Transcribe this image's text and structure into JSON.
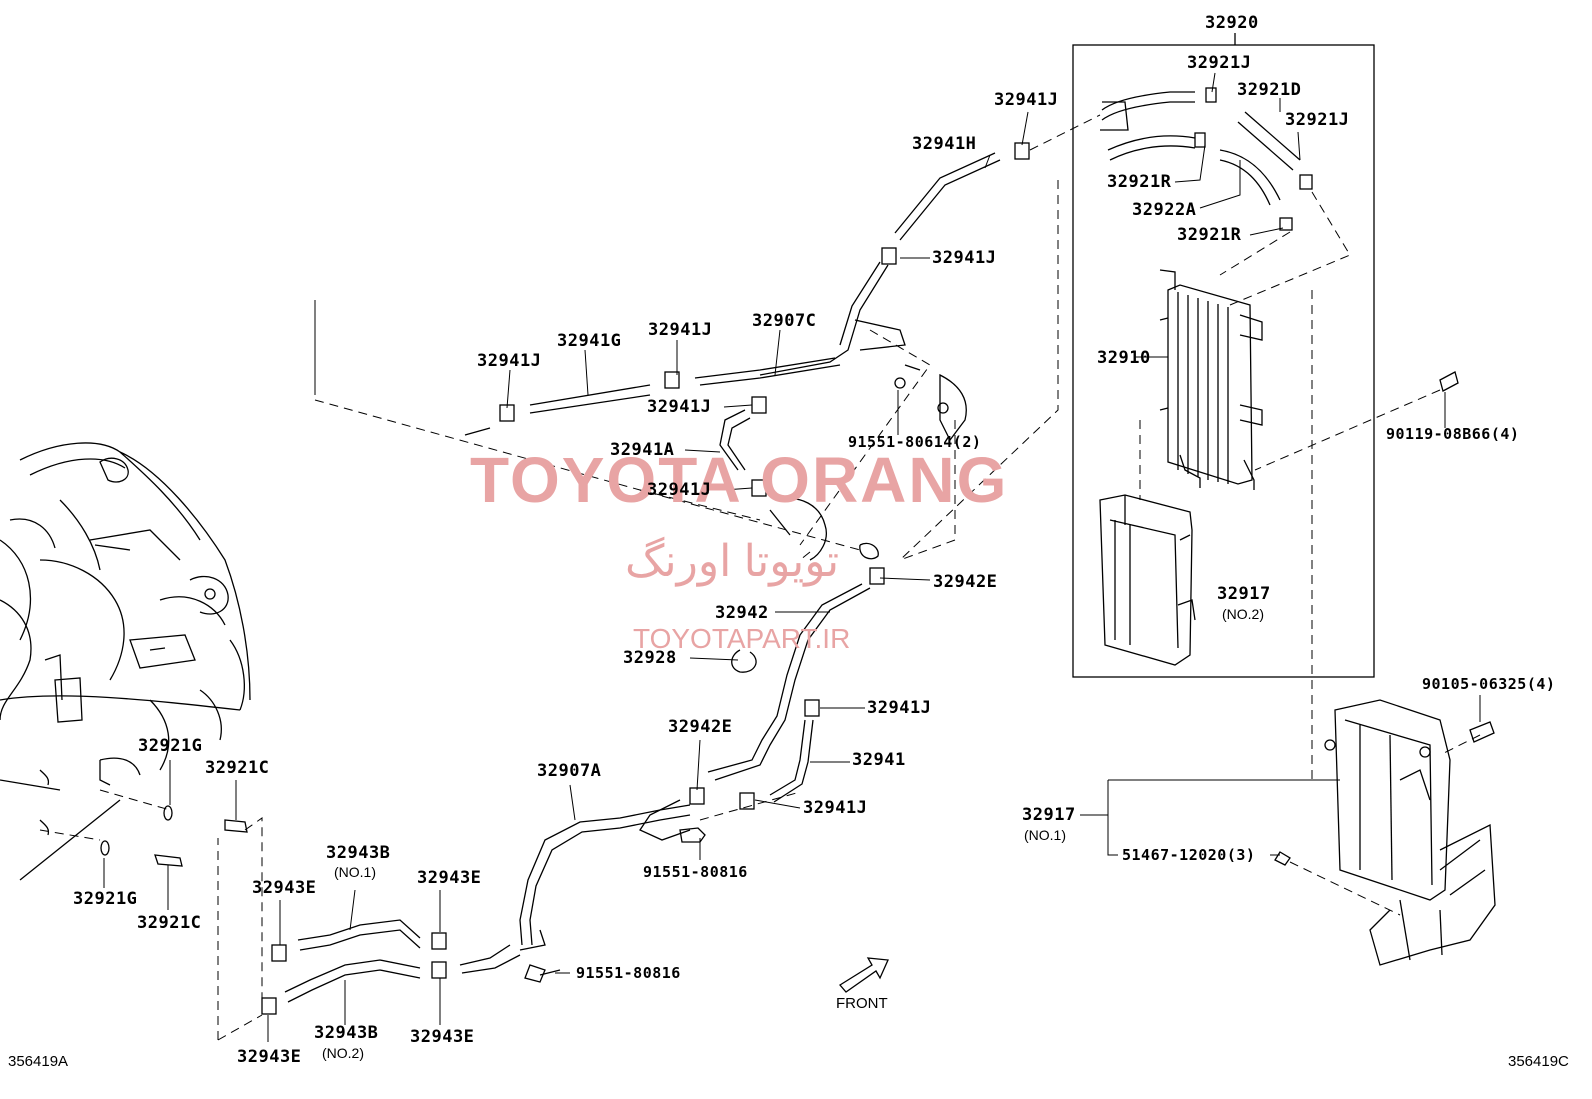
{
  "diagram_codes": {
    "left": "356419A",
    "right": "356419C"
  },
  "watermark": {
    "brand": "TOYOTA ORANG",
    "persian": "تویوتا اورنگ",
    "site": "TOYOTAPART.IR"
  },
  "direction_label": "FRONT",
  "parts": {
    "p32920": "32920",
    "p32921J_a": "32921J",
    "p32921D": "32921D",
    "p32921J_b": "32921J",
    "p32921R_a": "32921R",
    "p32922A": "32922A",
    "p32921R_b": "32921R",
    "p32910": "32910",
    "p90119": "90119-08B66(4)",
    "p32917_no2": "32917",
    "p32917_no2_sub": "(NO.2)",
    "p90105": "90105-06325(4)",
    "p32917_no1": "32917",
    "p32917_no1_sub": "(NO.1)",
    "p51467": "51467-12020(3)",
    "p32941J_top": "32941J",
    "p32941H": "32941H",
    "p32941J_mid": "32941J",
    "p32941G": "32941G",
    "p32941J_g": "32941J",
    "p32907C": "32907C",
    "p32941J_left": "32941J",
    "p32941J_c": "32941J",
    "p32941A": "32941A",
    "p91551_80614": "91551-80614(2)",
    "p32941J_d": "32941J",
    "p32942E_a": "32942E",
    "p32942": "32942",
    "p32928": "32928",
    "p32941J_e": "32941J",
    "p32942E_b": "32942E",
    "p32941": "32941",
    "p32941J_f": "32941J",
    "p32907A": "32907A",
    "p91551_80816_a": "91551-80816",
    "p91551_80816_b": "91551-80816",
    "p32921G_a": "32921G",
    "p32921C_a": "32921C",
    "p32921G_b": "32921G",
    "p32921C_b": "32921C",
    "p32943B_a": "32943B",
    "p32943B_a_sub": "(NO.1)",
    "p32943E_a": "32943E",
    "p32943E_b": "32943E",
    "p32943B_b": "32943B",
    "p32943B_b_sub": "(NO.2)",
    "p32943E_c": "32943E",
    "p32943E_d": "32943E"
  }
}
